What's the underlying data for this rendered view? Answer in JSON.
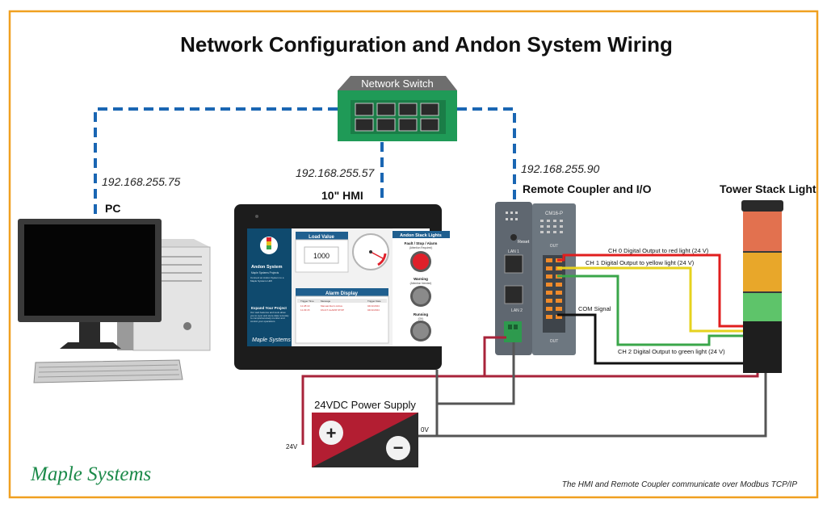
{
  "title": "Network Configuration and Andon System Wiring",
  "switch": {
    "label": "Network Switch"
  },
  "pc": {
    "label": "PC",
    "ip": "192.168.255.75"
  },
  "hmi": {
    "label": "10\" HMI",
    "ip": "192.168.255.57",
    "screen": {
      "brand_title": "Andon System",
      "brand_sub": "Maple Systems Projects",
      "desc": "Connect an Andon System to a Maple Systems HMI",
      "expand_title": "Expand Your Project",
      "expand_text": "Our web features and tools allow you to sync and store data remotely to comprehensively monitor and control your operations",
      "load_title": "Load Value",
      "load_value": "1000",
      "alarm_title": "Alarm Display",
      "alarm_cols": [
        "Trigger Time",
        "Message",
        "Trigger Date"
      ],
      "alarm_rows": [
        [
          "11:28:10",
          "Manual Alarm Active",
          "04/11/2024"
        ],
        [
          "11:29:15",
          "FAULT ALARM STOP",
          "04/11/2024"
        ]
      ],
      "stack_title": "Andon Stack Lights",
      "lights": [
        {
          "label": "Fault / Stop / Alarm",
          "sub": "(Attention Required)",
          "color": "#e0202a"
        },
        {
          "label": "Warning",
          "sub": "(Attention Needed)",
          "color": "#8a8a8a"
        },
        {
          "label": "Running",
          "sub": "(OK)",
          "color": "#8a8a8a"
        }
      ],
      "brand_logo": "Maple Systems"
    }
  },
  "coupler": {
    "label": "Remote Coupler and I/O",
    "ip": "192.168.255.90",
    "reset": "Reset",
    "lan1": "LAN 1",
    "lan2": "LAN 2",
    "module_id": "CM16-P",
    "out_label": "OUT"
  },
  "tower": {
    "label": "Tower Stack Light"
  },
  "power": {
    "label": "24VDC Power Supply",
    "v24": "24V",
    "v0": "0V"
  },
  "wires": {
    "ch0": "CH 0 Digital Output to red light (24 V)",
    "ch1": "CH 1 Digital Output to yellow light (24 V)",
    "com": "COM Signal",
    "ch2": "CH 2 Digital Output to green light (24 V)"
  },
  "footer_note": "The HMI and Remote Coupler communicate over Modbus TCP/IP",
  "logo": "Maple Systems",
  "colors": {
    "frame": "#f0a020",
    "network": "#1a66b3",
    "red_wire": "#e01e1e",
    "yellow_wire": "#e6d21e",
    "green_wire": "#3aa64a",
    "power_wire": "#a8233a",
    "gray_wire": "#555555",
    "switch_green": "#1f9a57",
    "logo_green": "#1c8a4a"
  }
}
